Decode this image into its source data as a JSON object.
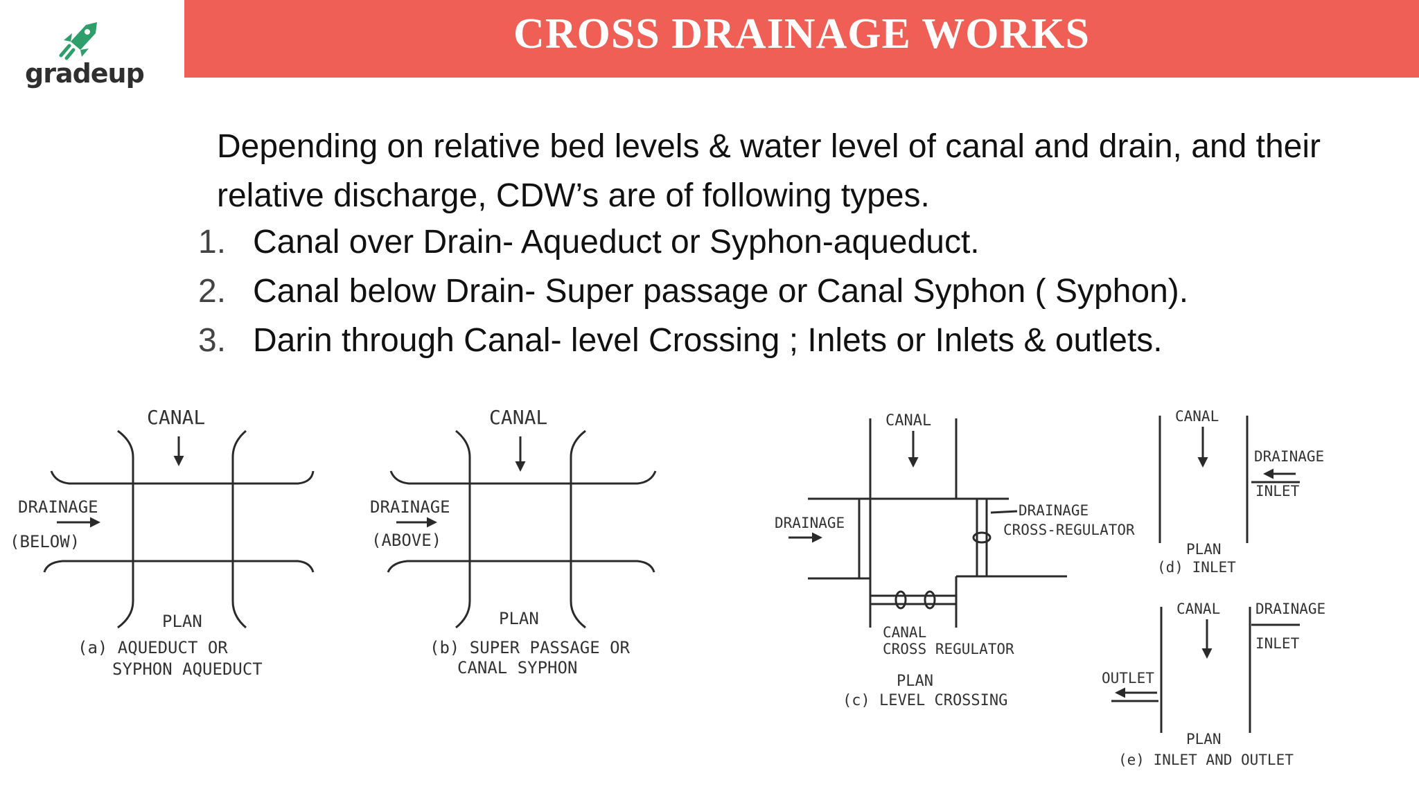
{
  "logo": {
    "text": "gradeup",
    "icon": "rocket-icon",
    "color": "#2e9e6a"
  },
  "banner": {
    "title": "CROSS DRAINAGE WORKS",
    "color": "#ef5f55"
  },
  "intro": "Depending on relative bed levels & water level of canal and drain, and their relative discharge, CDW’s are of following types.",
  "types": [
    {
      "num": "1.",
      "text": "Canal over Drain- Aqueduct or Syphon-aqueduct."
    },
    {
      "num": "2.",
      "text": "Canal below Drain- Super passage or Canal Syphon ( Syphon)."
    },
    {
      "num": "3.",
      "text": "Darin through Canal- level Crossing ; Inlets or Inlets & outlets."
    }
  ],
  "figures": {
    "a": {
      "canal": "CANAL",
      "drainage": "DRAINAGE",
      "below": "(BELOW)",
      "plan": "PLAN",
      "cap1": "(a) AQUEDUCT  OR",
      "cap2": "SYPHON  AQUEDUCT"
    },
    "b": {
      "canal": "CANAL",
      "drainage": "DRAINAGE",
      "above": "(ABOVE)",
      "plan": "PLAN",
      "cap1": "(b) SUPER  PASSAGE  OR",
      "cap2": "CANAL  SYPHON"
    },
    "c": {
      "canal": "CANAL",
      "drainage": "DRAINAGE",
      "dcr1": "DRAINAGE",
      "dcr2": "CROSS-REGULATOR",
      "ccr1": "CANAL",
      "ccr2": "CROSS REGULATOR",
      "plan": "PLAN",
      "cap": "(c) LEVEL  CROSSING"
    },
    "d": {
      "canal": "CANAL",
      "drainage": "DRAINAGE",
      "inlet": "INLET",
      "plan": "PLAN",
      "cap": "(d)  INLET"
    },
    "e": {
      "canal": "CANAL",
      "drainage": "DRAINAGE",
      "inlet": "INLET",
      "outlet": "OUTLET",
      "plan": "PLAN",
      "cap": "(e)  INLET  AND  OUTLET"
    }
  }
}
